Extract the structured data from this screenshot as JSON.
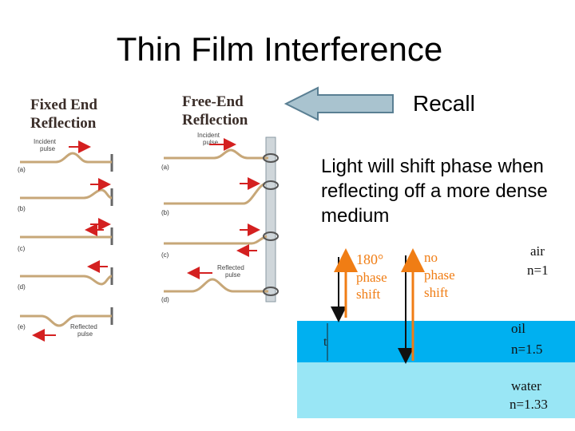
{
  "title": "Thin Film Interference",
  "fixed_end": {
    "heading": "Fixed End\nReflection",
    "incident_label": [
      "Incident",
      "pulse"
    ],
    "reflected_label": [
      "Reflected",
      "pulse"
    ],
    "steps": [
      "(a)",
      "(b)",
      "(c)",
      "(d)",
      "(e)"
    ]
  },
  "free_end": {
    "heading": "Free-End\nReflection",
    "incident_label": [
      "Incident",
      "pulse"
    ],
    "reflected_label": [
      "Reflected",
      "pulse"
    ],
    "steps": [
      "(a)",
      "(b)",
      "(c)",
      "(d)"
    ]
  },
  "recall": "Recall",
  "note": "Light will shift phase when reflecting off a more dense medium",
  "film": {
    "phase_shift_label": [
      "180°",
      "phase",
      "shift"
    ],
    "no_phase_label": [
      "no",
      "phase",
      "shift"
    ],
    "thickness_label": "t",
    "media": [
      {
        "name": "air",
        "index": "n=1"
      },
      {
        "name": "oil",
        "index": "n=1.5"
      },
      {
        "name": "water",
        "index": "n=1.33"
      }
    ]
  },
  "colors": {
    "arrow_fill": "#a9c3cf",
    "arrow_stroke": "#5a7f93",
    "rope": "#c7a778",
    "pulse_arrow": "#d42020",
    "air": "#ffffff",
    "oil": "#00b0f0",
    "water": "#99e6f5",
    "ray_orange": "#f07d14"
  }
}
